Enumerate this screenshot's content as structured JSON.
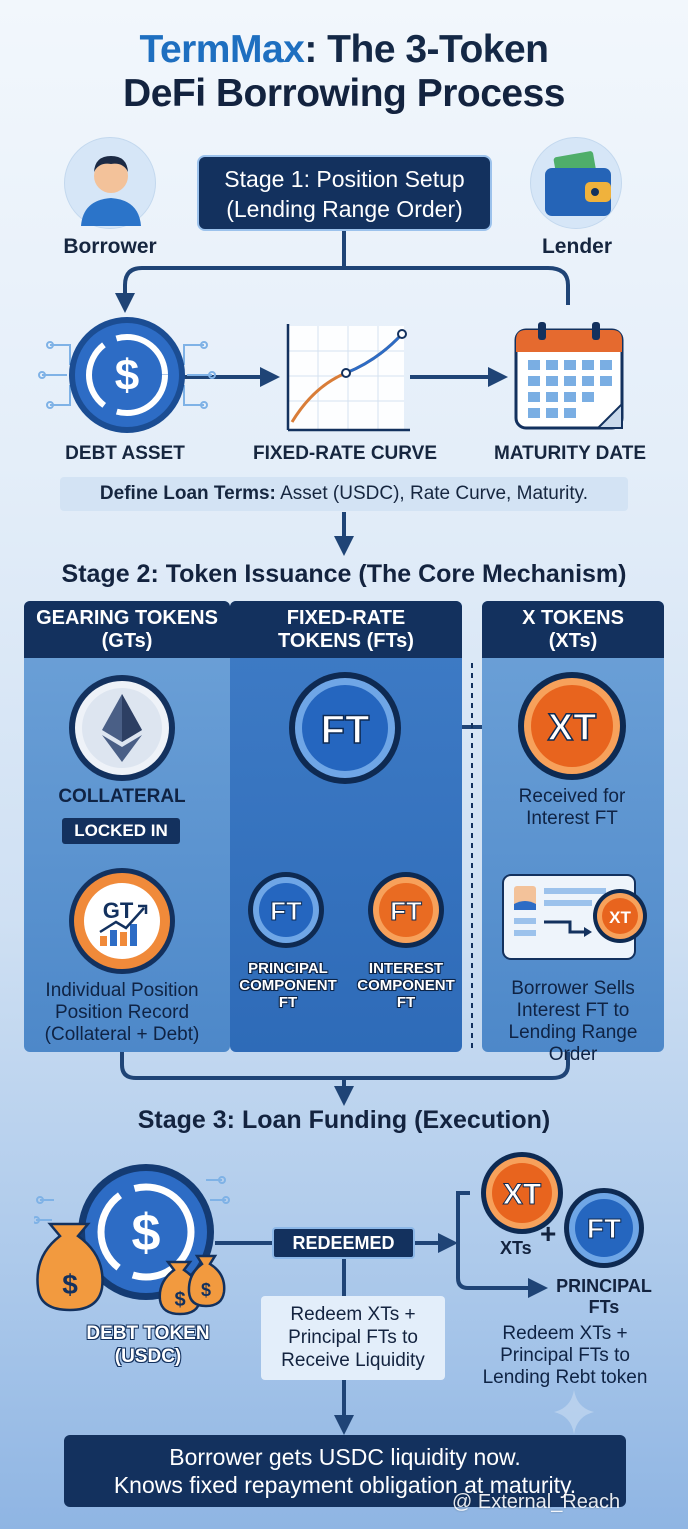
{
  "title": {
    "accent": "TermMax",
    "rest": ": The 3-Token",
    "line2": "DeFi Borrowing Process"
  },
  "stage1": {
    "box_line1": "Stage 1: Position Setup",
    "box_line2": "(Lending Range Order)",
    "borrower": "Borrower",
    "lender": "Lender",
    "debt_asset": "DEBT ASSET",
    "curve": "FIXED-RATE CURVE",
    "maturity": "MATURITY DATE",
    "terms_bold": "Define Loan Terms:",
    "terms_rest": " Asset (USDC), Rate Curve, Maturity."
  },
  "stage2": {
    "heading": "Stage 2: Token Issuance (The Core Mechanism)",
    "gt": {
      "head1": "GEARING TOKENS",
      "head2": "(GTs)",
      "collateral": "COLLATERAL",
      "locked": "LOCKED IN",
      "coin": "GT",
      "desc1": "Individual Position",
      "desc2": "Position Record",
      "desc3": "(Collateral + Debt)"
    },
    "ft": {
      "head1": "FIXED-RATE",
      "head2": "TOKENS (FTs)",
      "coin": "FT",
      "principal1": "PRINCIPAL",
      "principal2": "COMPONENT",
      "principal3": "FT",
      "interest1": "INTEREST",
      "interest2": "COMPONENT",
      "interest3": "FT"
    },
    "xt": {
      "head1": "X TOKENS",
      "head2": "(XTs)",
      "coin": "XT",
      "received1": "Received for",
      "received2": "Interest FT",
      "sells1": "Borrower Sells",
      "sells2": "Interest FT to",
      "sells3": "Lending Range Order"
    }
  },
  "stage3": {
    "heading": "Stage 3: Loan Funding (Execution)",
    "redeemed": "REDEEMED",
    "redeem_box1": "Redeem XTs +",
    "redeem_box2": "Principal FTs to",
    "redeem_box3": "Receive Liquidity",
    "debt_token1": "DEBT TOKEN",
    "debt_token2": "(USDC)",
    "xts": "XTs",
    "plus": "+",
    "principal1": "PRINCIPAL",
    "principal2": "FTs",
    "right1": "Redeem XTs +",
    "right2": "Principal FTs to",
    "right3": "Lending Rebt token"
  },
  "final": {
    "line1": "Borrower gets USDC liquidity now.",
    "line2": "Knows fixed repayment obligation at maturity."
  },
  "watermark": "@ External_Reach",
  "colors": {
    "navy": "#13315e",
    "accent_blue": "#1e6fc0",
    "orange": "#ee7a2a"
  }
}
